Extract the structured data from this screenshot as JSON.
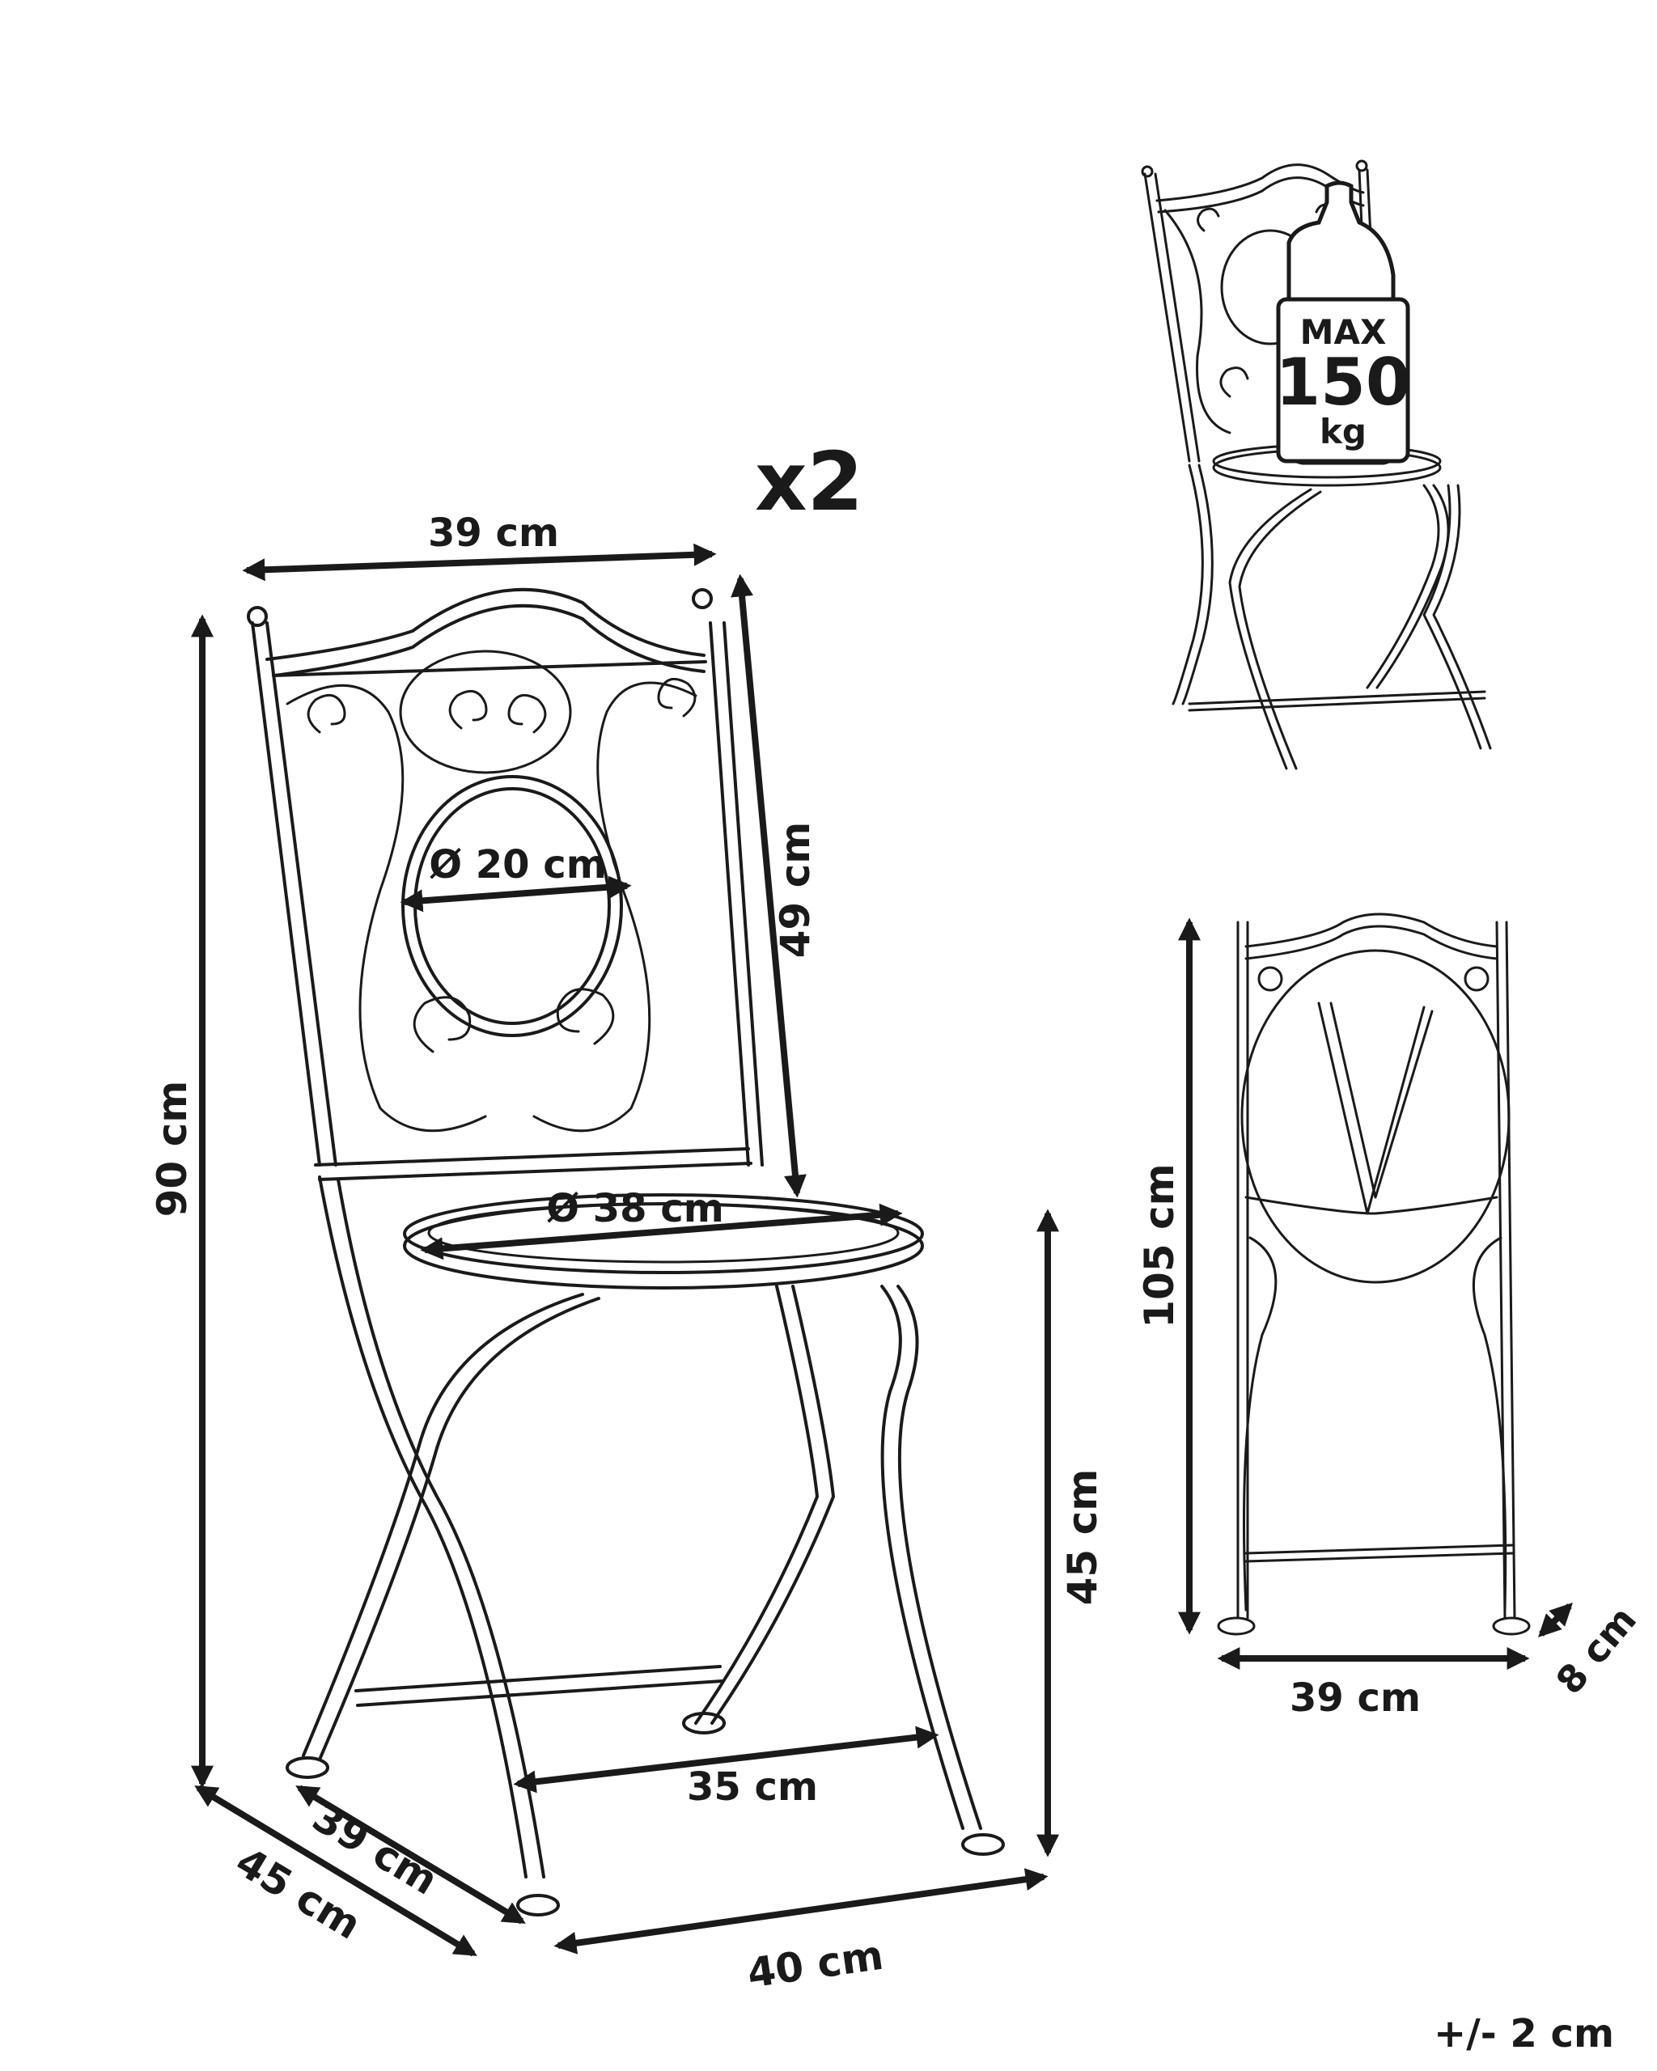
{
  "quantity": "x2",
  "weight_badge": {
    "line1": "MAX",
    "line2": "150",
    "line3": "kg"
  },
  "dimensions": {
    "backrest_width": "39 cm",
    "total_height": "90 cm",
    "backrest_height": "49 cm",
    "medallion_diameter": "Ø 20 cm",
    "seat_diameter": "Ø 38 cm",
    "seat_height": "45 cm",
    "leg_span": "35 cm",
    "depth_left": "45 cm",
    "depth_inner": "39 cm",
    "base_width": "40 cm",
    "folded_height": "105 cm",
    "folded_width": "39 cm",
    "folded_depth": "8 cm"
  },
  "tolerance": "+/- 2 cm"
}
